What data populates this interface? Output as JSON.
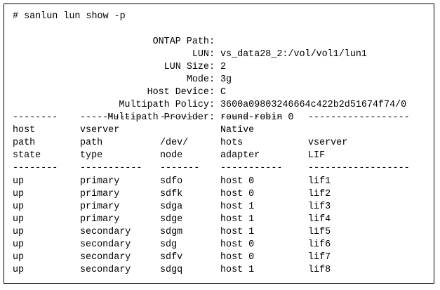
{
  "command": "# sanlun lun show -p",
  "details": [
    {
      "label": "ONTAP Path:",
      "value": "vs_data28_2:/vol/vol1/lun1"
    },
    {
      "label": "LUN:",
      "value": "2"
    },
    {
      "label": "LUN Size:",
      "value": "3g"
    },
    {
      "label": "Mode:",
      "value": "C"
    },
    {
      "label": "Host Device:",
      "value": "3600a09803246664c422b2d51674f74/0"
    },
    {
      "label": "Multipath Policy:",
      "value": "round-robin 0"
    },
    {
      "label": "Multipath Provider:",
      "value": "Native"
    }
  ],
  "separators": [
    "--------",
    "-----------",
    "-------",
    "-----------",
    "------------------"
  ],
  "headers": [
    [
      "host",
      "vserver",
      "",
      "",
      ""
    ],
    [
      "path",
      "path",
      "/dev/",
      "hots",
      "vserver"
    ],
    [
      "state",
      "type",
      "node",
      "adapter",
      "LIF"
    ]
  ],
  "rows": [
    [
      "up",
      "primary",
      "sdfo",
      "host 0",
      "lif1"
    ],
    [
      "up",
      "primary",
      "sdfk",
      "host 0",
      "lif2"
    ],
    [
      "up",
      "primary",
      "sdga",
      "host 1",
      "lif3"
    ],
    [
      "up",
      "primary",
      "sdge",
      "host 1",
      "lif4"
    ],
    [
      "up",
      "secondary",
      "sdgm",
      "host 1",
      "lif5"
    ],
    [
      "up",
      "secondary",
      "sdg",
      "host 0",
      "lif6"
    ],
    [
      "up",
      "secondary",
      "sdfv",
      "host 0",
      "lif7"
    ],
    [
      "up",
      "secondary",
      "sdgq",
      "host 1",
      "lif8"
    ]
  ]
}
